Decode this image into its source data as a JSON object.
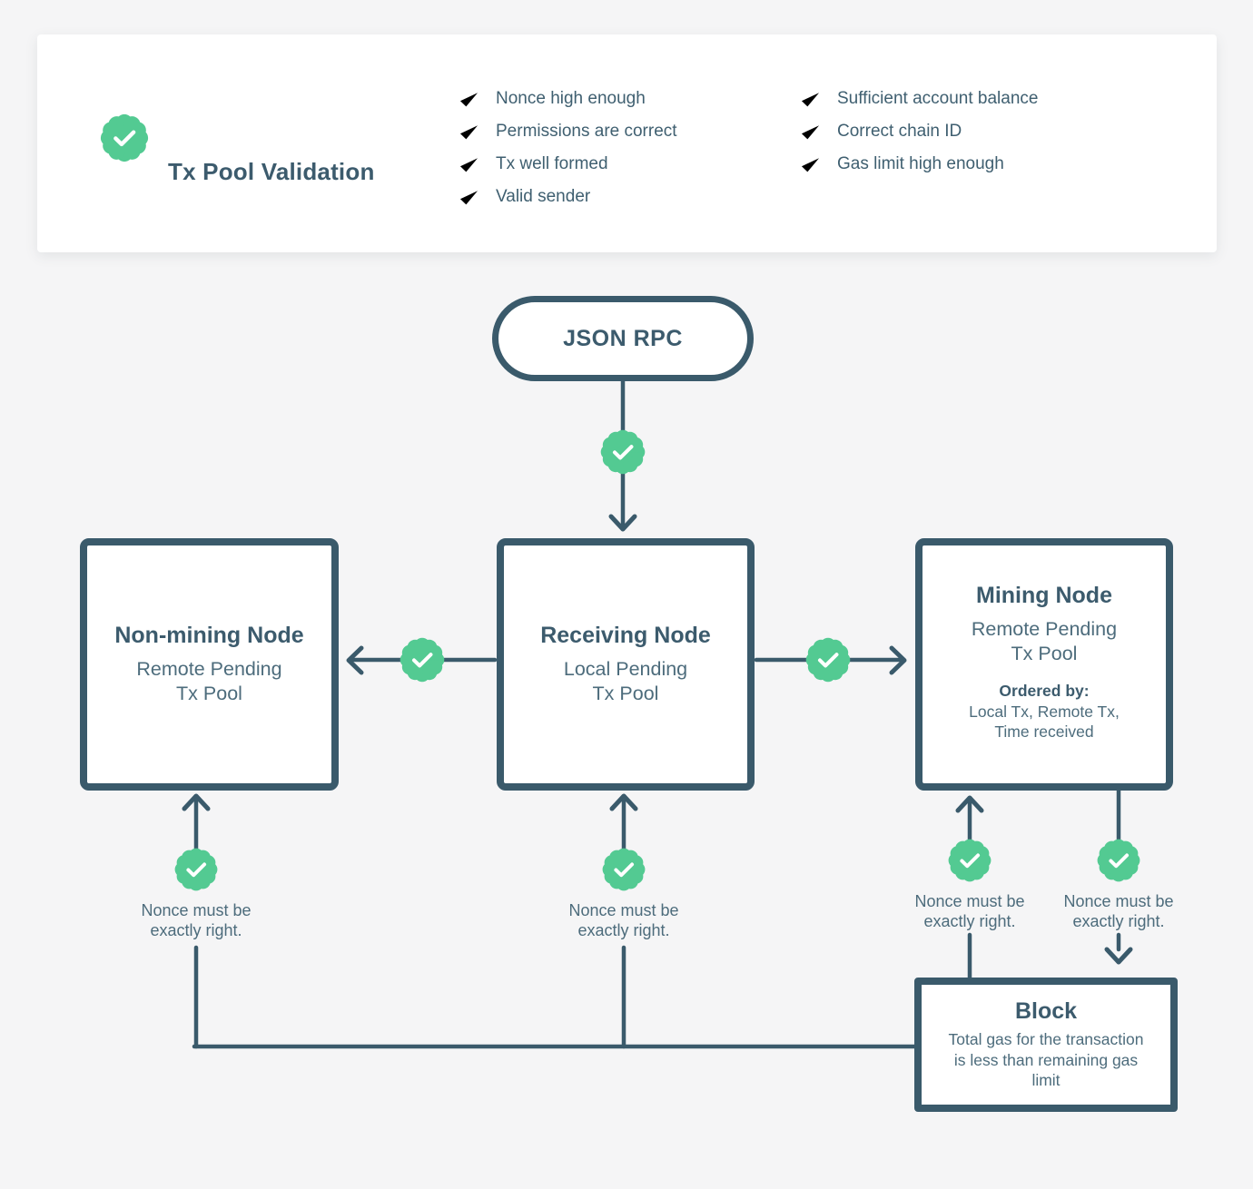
{
  "colors": {
    "accent_green": "#53ca92",
    "slate": "#3a5a6b",
    "title_text": "#3c5b6d",
    "body_text": "#4d6c7c",
    "page_bg": "#f5f5f6",
    "card_bg": "#ffffff"
  },
  "validation_card": {
    "title": "Tx Pool Validation",
    "checks_col1": [
      "Nonce high enough",
      "Permissions are correct",
      "Tx well formed",
      "Valid sender"
    ],
    "checks_col2": [
      "Sufficient account balance",
      "Correct chain ID",
      "Gas limit high enough"
    ]
  },
  "flow": {
    "json_rpc_label": "JSON RPC",
    "non_mining_node": {
      "title": "Non-mining Node",
      "pool_line1": "Remote Pending",
      "pool_line2": "Tx Pool"
    },
    "receiving_node": {
      "title": "Receiving Node",
      "pool_line1": "Local Pending",
      "pool_line2": "Tx Pool"
    },
    "mining_node": {
      "title": "Mining Node",
      "pool_line1": "Remote Pending",
      "pool_line2": "Tx Pool",
      "ordered_by_label": "Ordered by:",
      "ordered_by_line1": "Local Tx, Remote Tx,",
      "ordered_by_line2": "Time received"
    },
    "block": {
      "title": "Block",
      "body": "Total gas for the transaction is less than remaining gas limit"
    },
    "nonce_labels": [
      "Nonce must be exactly right.",
      "Nonce must be exactly right.",
      "Nonce must be exactly right.",
      "Nonce must be exactly right."
    ]
  }
}
